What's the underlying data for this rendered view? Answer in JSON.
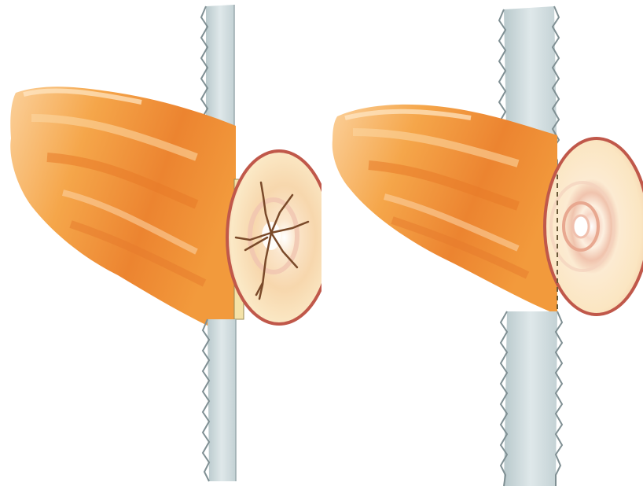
{
  "image": {
    "background_color": "#ffffff",
    "colors": {
      "wood_dark": "#e8782a",
      "wood_mid": "#f39a3c",
      "wood_light": "#fbc77e",
      "end_grain": "#fde6b8",
      "end_grain_center": "#fff4dc",
      "bark_edge": "#c0584a",
      "ring": "#e3a58c",
      "crack": "#7a4a2a",
      "saw_blade": "#cfdcdf",
      "saw_edge": "#8a9a9e"
    },
    "panels": [
      {
        "id": "left",
        "description_icon": "log-with-cracked-end-grain-icon",
        "end_grain_state": "cracked"
      },
      {
        "id": "right",
        "description_icon": "log-with-intact-end-grain-icon",
        "end_grain_state": "intact"
      }
    ]
  }
}
